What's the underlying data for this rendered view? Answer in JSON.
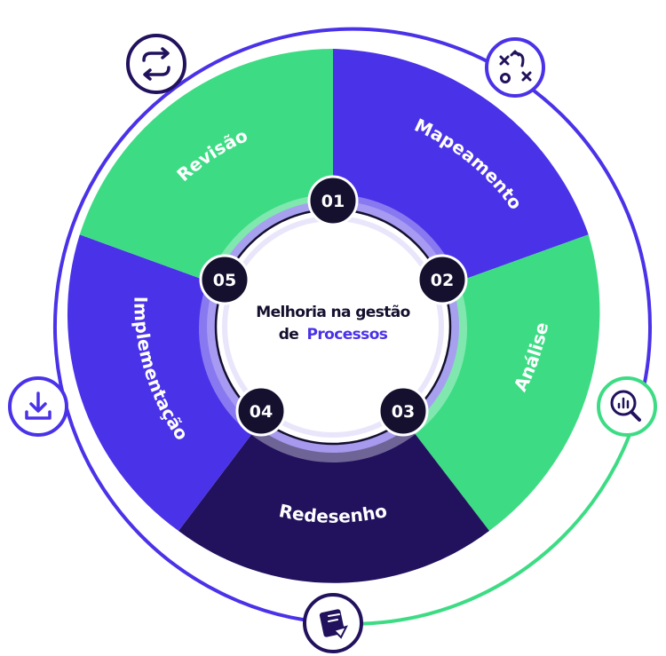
{
  "center": {
    "line1": "Melhoria na gestão",
    "line2_prefix": "de",
    "line2_highlight": "Processos"
  },
  "steps": [
    {
      "number": "01",
      "label": "Mapeamento",
      "color": "#4a32e8"
    },
    {
      "number": "02",
      "label": "Análise",
      "color": "#3ddc84"
    },
    {
      "number": "03",
      "label": "Redesenho",
      "color": "#22125e"
    },
    {
      "number": "04",
      "label": "Implementação",
      "color": "#4a32e8"
    },
    {
      "number": "05",
      "label": "Revisão",
      "color": "#3ddc84"
    }
  ],
  "icons": [
    {
      "name": "repeat-icon"
    },
    {
      "name": "strategy-icon"
    },
    {
      "name": "search-chart-icon"
    },
    {
      "name": "document-icon"
    },
    {
      "name": "download-icon"
    }
  ],
  "colors": {
    "purple": "#4a32e8",
    "green": "#3ddc84",
    "dark_navy": "#22125e",
    "badge": "#14102e",
    "ring_purple": "#4a32e8",
    "ring_green": "#3ddc84"
  }
}
